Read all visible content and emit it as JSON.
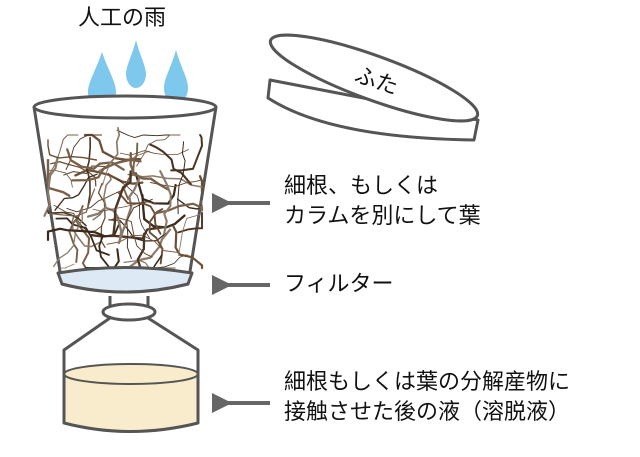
{
  "title": "人工の雨",
  "lid": {
    "label": "ふた"
  },
  "labels": {
    "roots_or_leaves": [
      "細根、もしくは",
      "カラムを別にして葉"
    ],
    "filter": "フィルター",
    "eluate": [
      "細根もしくは葉の分解産物に",
      "接触させた後の液（溶脱液）"
    ]
  },
  "colors": {
    "outline": "#555555",
    "drop": "#7ec8ee",
    "filter_fill": "#dde9f4",
    "liquid": "#f8eccc",
    "arrow": "#666666",
    "roots": "#5a4330"
  }
}
